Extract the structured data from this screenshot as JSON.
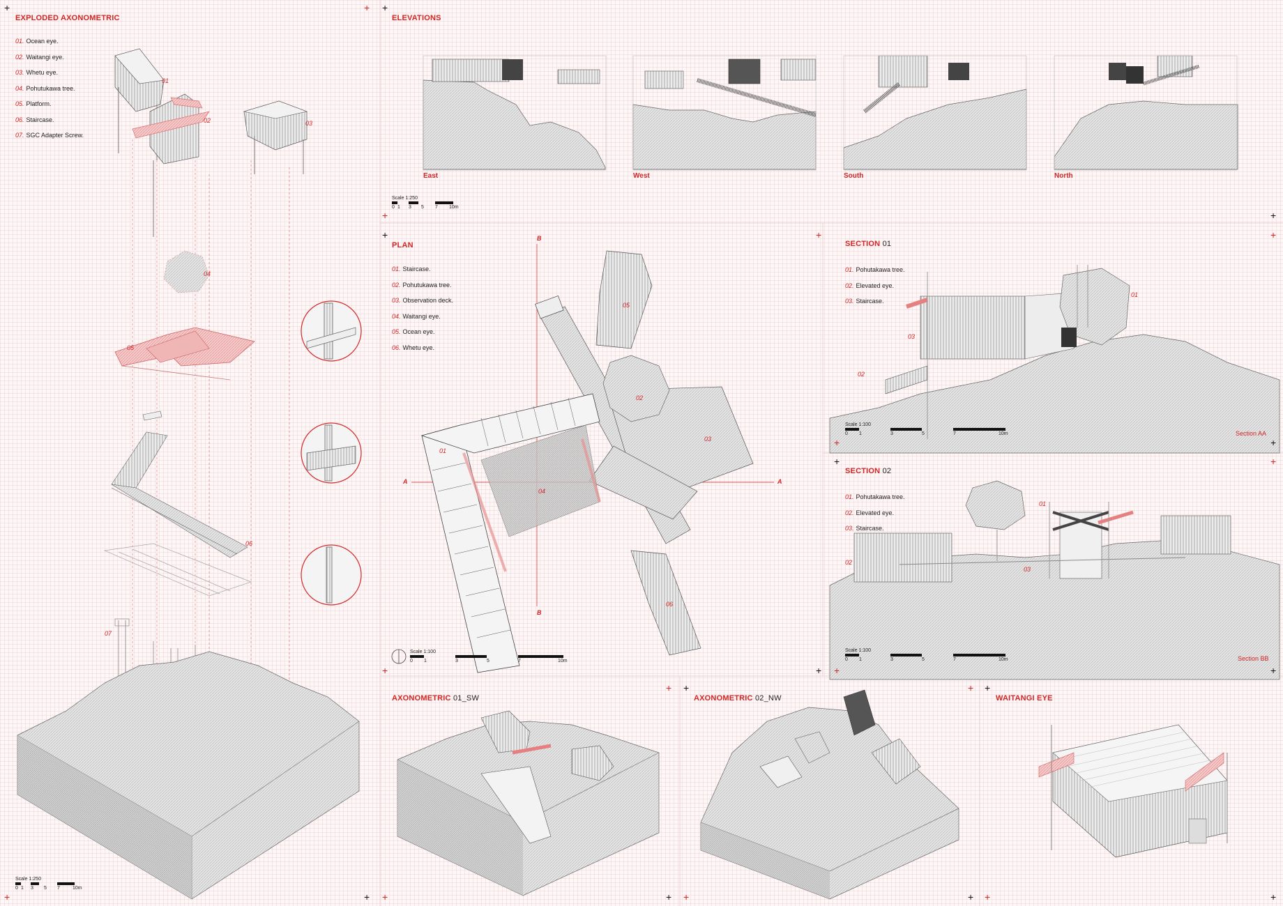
{
  "panels": {
    "exploded": {
      "title": "EXPLODED AXONOMETRIC",
      "legend": [
        {
          "num": "01.",
          "text": "Ocean eye."
        },
        {
          "num": "02.",
          "text": "Waitangi eye."
        },
        {
          "num": "03.",
          "text": "Whetu eye."
        },
        {
          "num": "04.",
          "text": "Pohutukawa tree."
        },
        {
          "num": "05.",
          "text": "Platform."
        },
        {
          "num": "06.",
          "text": "Staircase."
        },
        {
          "num": "07.",
          "text": "SGC Adapter Screw."
        }
      ],
      "tags": [
        "01",
        "02",
        "03",
        "04",
        "05",
        "06",
        "07"
      ],
      "scale": {
        "label": "Scale 1:250",
        "ticks": [
          "0",
          "1",
          "3",
          "5",
          "7",
          "10m"
        ]
      }
    },
    "elevations": {
      "title": "ELEVATIONS",
      "labels": [
        "East",
        "West",
        "South",
        "North"
      ],
      "scale": {
        "label": "Scale 1:250",
        "ticks": [
          "0",
          "1",
          "3",
          "5",
          "7",
          "10m"
        ]
      }
    },
    "plan": {
      "title": "PLAN",
      "legend": [
        {
          "num": "01.",
          "text": "Staircase."
        },
        {
          "num": "02.",
          "text": "Pohutukawa tree."
        },
        {
          "num": "03.",
          "text": "Observation deck."
        },
        {
          "num": "04.",
          "text": "Waitangi eye."
        },
        {
          "num": "05.",
          "text": "Ocean eye."
        },
        {
          "num": "06.",
          "text": "Whetu eye."
        }
      ],
      "tags": [
        "01",
        "02",
        "03",
        "04",
        "05",
        "06"
      ],
      "cut_a": "A",
      "cut_b": "B",
      "scale": {
        "label": "Scale 1:100",
        "ticks": [
          "0",
          "1",
          "3",
          "5",
          "7",
          "10m"
        ]
      }
    },
    "section01": {
      "title_red": "SECTION",
      "title_num": "01",
      "legend": [
        {
          "num": "01.",
          "text": "Pohutakawa tree."
        },
        {
          "num": "02.",
          "text": "Elevated eye."
        },
        {
          "num": "03.",
          "text": "Staircase."
        }
      ],
      "tags": [
        "01",
        "03",
        "02"
      ],
      "name": "Section AA",
      "scale": {
        "label": "Scale 1:100",
        "ticks": [
          "0",
          "1",
          "3",
          "5",
          "7",
          "10m"
        ]
      }
    },
    "section02": {
      "title_red": "SECTION",
      "title_num": "02",
      "legend": [
        {
          "num": "01.",
          "text": "Pohutakawa tree."
        },
        {
          "num": "02.",
          "text": "Elevated eye."
        },
        {
          "num": "03.",
          "text": "Staircase."
        }
      ],
      "tags": [
        "01",
        "02",
        "03"
      ],
      "name": "Section BB",
      "scale": {
        "label": "Scale 1:100",
        "ticks": [
          "0",
          "1",
          "3",
          "5",
          "7",
          "10m"
        ]
      }
    },
    "axo01": {
      "title_red": "AXONOMETRIC",
      "title_rest": "01_SW"
    },
    "axo02": {
      "title_red": "AXONOMETRIC",
      "title_rest": "02_NW"
    },
    "waitangi": {
      "title": "WAITANGI EYE"
    }
  },
  "colors": {
    "accent": "#d42424",
    "ink": "#222222",
    "terrain": "#cfcfcf",
    "paper": "#fdf7f7"
  }
}
